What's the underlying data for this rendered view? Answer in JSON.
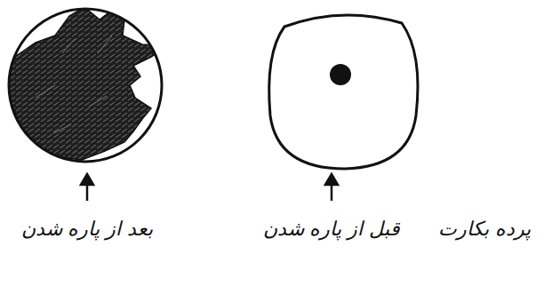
{
  "diagram": {
    "labels": [
      "پرده بکارت",
      "قبل از پاره شدن",
      "بعد از پاره شدن"
    ]
  }
}
